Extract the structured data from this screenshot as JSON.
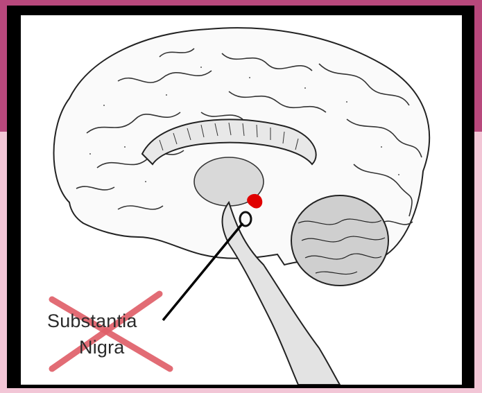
{
  "illustration": {
    "subject": "brain-sagittal-sketch",
    "label_lines": [
      "Substantia",
      "Nigra"
    ],
    "highlight_color": "#e00000",
    "cross_color": "#e0606a",
    "frame_colors": {
      "top": "#b8487c",
      "bottom": "#f2c6d6",
      "border": "#000000"
    }
  }
}
